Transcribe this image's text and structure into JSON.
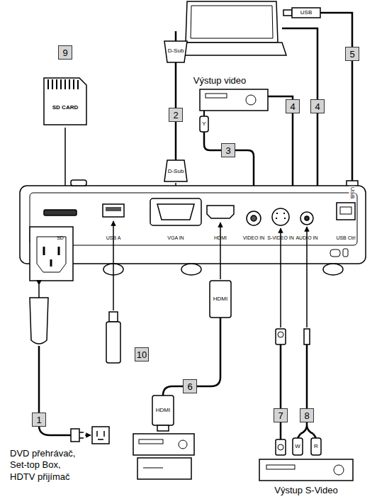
{
  "diagram": {
    "labels": [
      "9",
      "SD CARD",
      "D-Sub",
      "2",
      "D-Sub",
      "Výstup video",
      "Y",
      "3",
      "4",
      "4",
      "USB",
      "5",
      "USB",
      "SD",
      "USB A",
      "VGA IN",
      "HDMI",
      "VIDEO IN",
      "S-VIDEO IN",
      "AUDIO IN",
      "USB Ctrl",
      "HDMI",
      "10",
      "1",
      "6",
      "HDMI",
      "7",
      "8",
      "W",
      "R",
      "DVD přehrávač, Set-top Box, HDTV přijímač",
      "Výstup S-Video"
    ]
  }
}
